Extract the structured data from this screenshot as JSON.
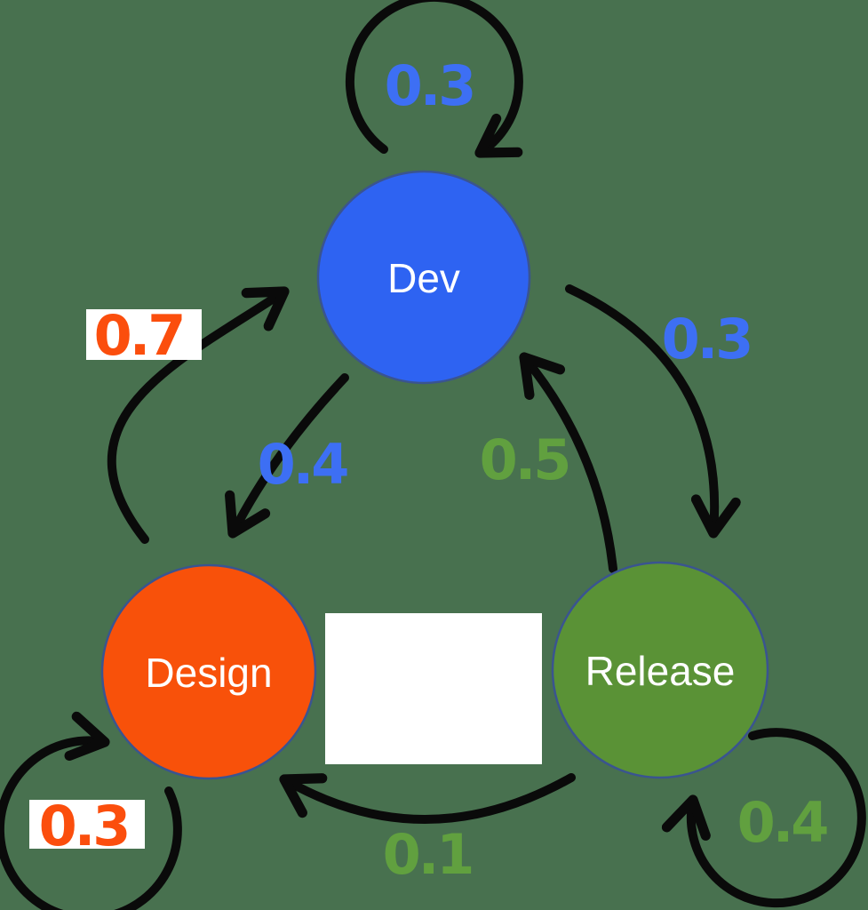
{
  "canvas": {
    "background": "#48714F",
    "arrow_color": "#0a0a0a",
    "label_backplate_color": "#FFFFFF"
  },
  "diagram_type": "state-transition-diagram",
  "nodes": {
    "dev": {
      "label": "Dev",
      "color": "#2E63F2",
      "text_color": "#FFFFFF"
    },
    "design": {
      "label": "Design",
      "color": "#F8510A",
      "text_color": "#FFFFFF"
    },
    "release": {
      "label": "Release",
      "color": "#5A9236",
      "text_color": "#FFFFFF"
    }
  },
  "transitions": [
    {
      "from": "Dev",
      "to": "Dev",
      "prob": "0.3",
      "label_color": "#3D6FF4"
    },
    {
      "from": "Design",
      "to": "Dev",
      "prob": "0.7",
      "label_color": "#FB4E0D"
    },
    {
      "from": "Dev",
      "to": "Design",
      "prob": "0.4",
      "label_color": "#3D6FF4"
    },
    {
      "from": "Dev",
      "to": "Release",
      "prob": "0.3",
      "label_color": "#3D6FF4"
    },
    {
      "from": "Release",
      "to": "Dev",
      "prob": "0.5",
      "label_color": "#61A03F"
    },
    {
      "from": "Release",
      "to": "Design",
      "prob": "0.1",
      "label_color": "#61A03F"
    },
    {
      "from": "Design",
      "to": "Design",
      "prob": "0.3",
      "label_color": "#FB4E0D"
    },
    {
      "from": "Release",
      "to": "Release",
      "prob": "0.4",
      "label_color": "#61A03F"
    }
  ]
}
